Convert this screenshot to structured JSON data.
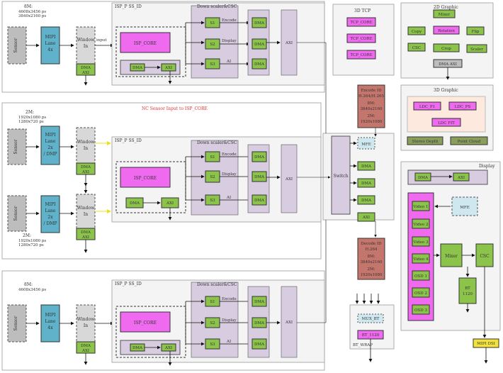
{
  "colors": {
    "sensor": "#bdbdbd",
    "mipi": "#5fb2c9",
    "green": "#8cc34b",
    "magenta": "#f06af0",
    "lavender": "#d8cce0",
    "lightblue": "#cfe8f0",
    "red_block": "#c4766c",
    "yellow": "#f2e33c",
    "peach": "#fde9dd",
    "panel": "#f4f4f4"
  },
  "sensor_label": "Sensor",
  "pipe1": {
    "res1": "8M:",
    "res2": "4608x3456 ps",
    "res3": "3840x2160 ps",
    "mipi": [
      "MIPI",
      "Lane",
      "4x"
    ],
    "window": [
      "Window",
      "In"
    ],
    "isp": "ISP_P SS_ID",
    "ispcore": "ISP_CORE",
    "dma": "DMA",
    "axi": "AXI",
    "ds": "Down scaler&CSC",
    "s1": "S1",
    "s2": "S2",
    "s3": "S3",
    "encode": "Encode",
    "display": "Display",
    "ai": "AI",
    "in_label": "input"
  },
  "pipe2": {
    "banner": "NC Sensor Input to ISP_CORE",
    "res1": "2M:",
    "res2": "1920x1080 ps",
    "res3": "1280x720 ps",
    "mipi": [
      "MIPI",
      "Lane",
      "2x",
      "/ DMP"
    ],
    "window": [
      "Window",
      "In"
    ],
    "isp": "ISP_P SS_ID",
    "ispcore": "ISP_CORE",
    "encode": "Encode",
    "display": "Display",
    "ai": "AI"
  },
  "pipe3": {
    "res1": "2M:",
    "res2": "1920x1080 ps",
    "res3": "1280x720 ps",
    "mipi": [
      "MIPI",
      "Lane",
      "2x",
      "/ DMP"
    ]
  },
  "pipe4": {
    "res1": "8M:",
    "res2": "4608x3456 ps",
    "mipi": [
      "MIPI",
      "Lane",
      "4x"
    ],
    "window": [
      "Window",
      "In"
    ],
    "isp": "ISP_P SS_ID",
    "ispcore": "ISP_CORE",
    "ds": "Down scaler&CSC",
    "encode": "Encode",
    "display": "Display",
    "ai": "AI"
  },
  "tcp": {
    "title": "3D TCP",
    "items": [
      "TCP_CORE",
      "TCP_CORE",
      "TCP_CORE"
    ]
  },
  "gfx2d": {
    "title": "2D Graphic",
    "mixer": "Mixer",
    "copy": "Copy",
    "rotation": "Rotation",
    "flip": "Flip",
    "csc": "CSC",
    "crop": "Crop",
    "scaler": "Scaler",
    "dmaaxi": "DMA AXI"
  },
  "gfx3d": {
    "title": "3D Graphic",
    "ldc1": "LDC_P1",
    "ldc2": "LDC_PS",
    "ldc3": "LDC FIT",
    "stereo": "Stereo Depth",
    "point": "Point Cloud"
  },
  "enc_top": [
    "Encode ID",
    "H.264/H.265",
    "8M:",
    "3840x2160",
    "2M:",
    "1920x1080"
  ],
  "enc_bottom": [
    "Decode ID",
    "H.264",
    "8M:",
    "3840x2160",
    "2M:",
    "1920x1080"
  ],
  "switch": {
    "label": "Switch",
    "mfe": "MFE",
    "dma": "DMA",
    "axi": "AXI"
  },
  "bt_wrap": {
    "label": "BT_WRAP",
    "mux": "MUX_BT",
    "bt": "BT_1120"
  },
  "display": {
    "title": "Display",
    "dma": "DMA",
    "axi": "AXI",
    "mfe": "MFE",
    "layers": [
      "Video 1",
      "Video 2",
      "Video 3",
      "Video 4",
      "OSD 1",
      "OSD 2",
      "OSD 3"
    ],
    "mixer": "Mixer",
    "csc": "CSC",
    "bt": [
      "BT",
      "1120"
    ],
    "hdmi": "MIPI DSI"
  }
}
